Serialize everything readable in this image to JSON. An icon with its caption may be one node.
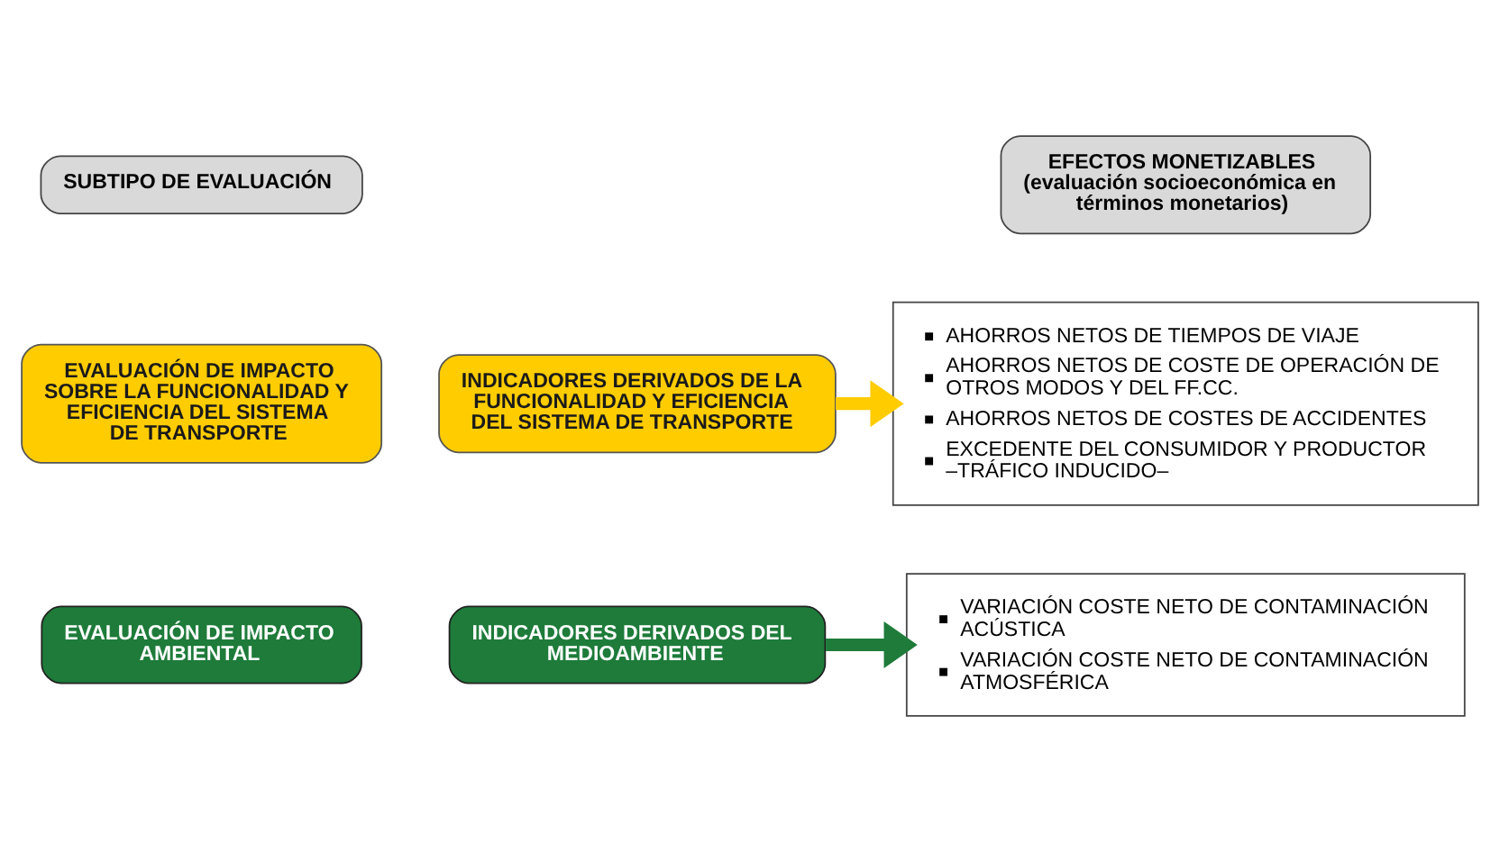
{
  "diagram": {
    "nodes": [
      {
        "text": [
          "SUBTIPO DE EVALUACIÓN"
        ]
      },
      {
        "text": [
          "EFECTOS MONETIZABLES (evaluación socioeconómica en términos monetarios)"
        ]
      },
      {
        "text": [
          "EVALUACIÓN DE IMPACTO SOBRE LA FUNCIONALIDAD Y EFICIENCIA DEL SISTEMA DE TRANSPORTE"
        ]
      },
      {
        "text": [
          "INDICADORES DERIVADOS DE LA FUNCIONALIDAD Y EFICIENCIA DEL SISTEMA DE TRANSPORTE"
        ]
      },
      {
        "text": [
          "AHORROS NETOS DE TIEMPOS DE VIAJE",
          "AHORROS NETOS DE COSTE DE OPERACIÓN DE OTROS MODOS Y DEL FF.CC.",
          "AHORROS NETOS DE COSTES DE ACCIDENTES",
          "EXCEDENTE DEL CONSUMIDOR Y PRODUCTOR –TRÁFICO INDUCIDO–"
        ]
      },
      {
        "text": [
          "EVALUACIÓN DE IMPACTO AMBIENTAL"
        ]
      },
      {
        "text": [
          "INDICADORES DERIVADOS DEL MEDIOAMBIENTE"
        ]
      },
      {
        "text": [
          "VARIACIÓN COSTE NETO DE CONTAMINACIÓN ACÚSTICA",
          "VARIACIÓN COSTE NETO DE CONTAMINACIÓN ATMOSFÉRICA"
        ]
      }
    ],
    "edges": [
      {
        "from": 3,
        "to": 4,
        "arrow": "to",
        "color": "#ffcc00"
      },
      {
        "from": 6,
        "to": 7,
        "arrow": "to",
        "color": "#1e7b3a"
      }
    ]
  }
}
